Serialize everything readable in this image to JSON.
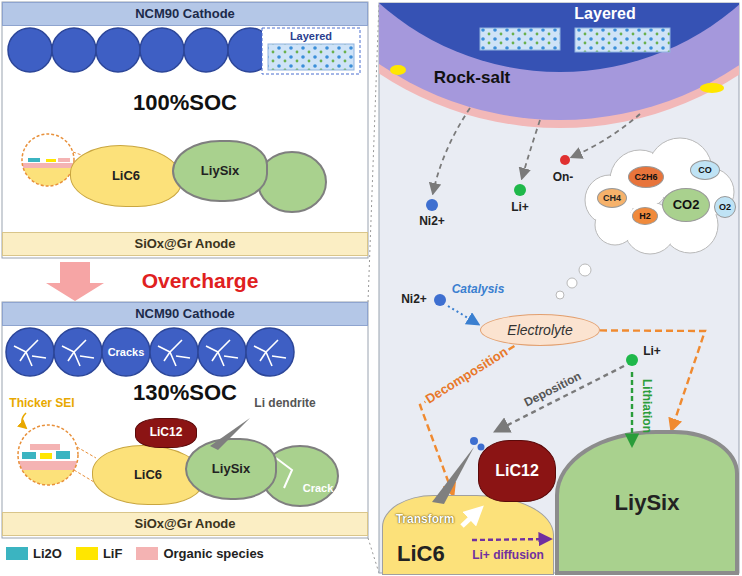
{
  "diagram": {
    "nodes": [
      {
        "text": [
          "NCM90 Cathode"
        ]
      },
      {
        "text": [
          "LiC6"
        ]
      },
      {
        "text": [
          "LiySix"
        ]
      },
      {
        "text": [
          "SiOx@Gr Anode"
        ]
      },
      {
        "text": [
          "NCM90 Cathode"
        ]
      },
      {
        "text": [
          "LiC12"
        ]
      },
      {
        "text": [
          "LiC6"
        ]
      },
      {
        "text": [
          "LiySix"
        ]
      },
      {
        "text": [
          "SiOx@Gr Anode"
        ]
      },
      {
        "text": [
          "CH4"
        ]
      },
      {
        "text": [
          "C2H6"
        ]
      },
      {
        "text": [
          "H2"
        ]
      },
      {
        "text": [
          "CO2"
        ]
      },
      {
        "text": [
          "CO"
        ]
      },
      {
        "text": [
          "O2"
        ]
      },
      {
        "text": [
          "Electrolyte"
        ]
      },
      {
        "text": [
          "LiC12"
        ]
      },
      {
        "text": [
          "LiC6"
        ]
      },
      {
        "text": [
          "LiySix"
        ]
      }
    ],
    "edges": [
      {
        "from": 15,
        "to": 17,
        "label": "Decomposition",
        "arrow": "to"
      },
      {
        "from": 15,
        "to": 18,
        "arrow": "to"
      }
    ],
    "labels": [
      "Layered",
      "100%SOC",
      "Overcharge",
      "Cracks",
      "130%SOC",
      "Thicker SEI",
      "Li dendrite",
      "Crack",
      "Layered",
      "Rock-salt",
      "Ni2+",
      "Li+",
      "On-",
      "Ni2+",
      "Catalysis",
      "Li+",
      "Deposition",
      "Lithiation",
      "Transform",
      "Li+ diffusion"
    ],
    "legend": [
      {
        "text": "Li2O",
        "color": "#3bb4c1"
      },
      {
        "text": "LiF",
        "color": "#ffe600"
      },
      {
        "text": "Organic species",
        "color": "#f4b3b3"
      }
    ]
  }
}
